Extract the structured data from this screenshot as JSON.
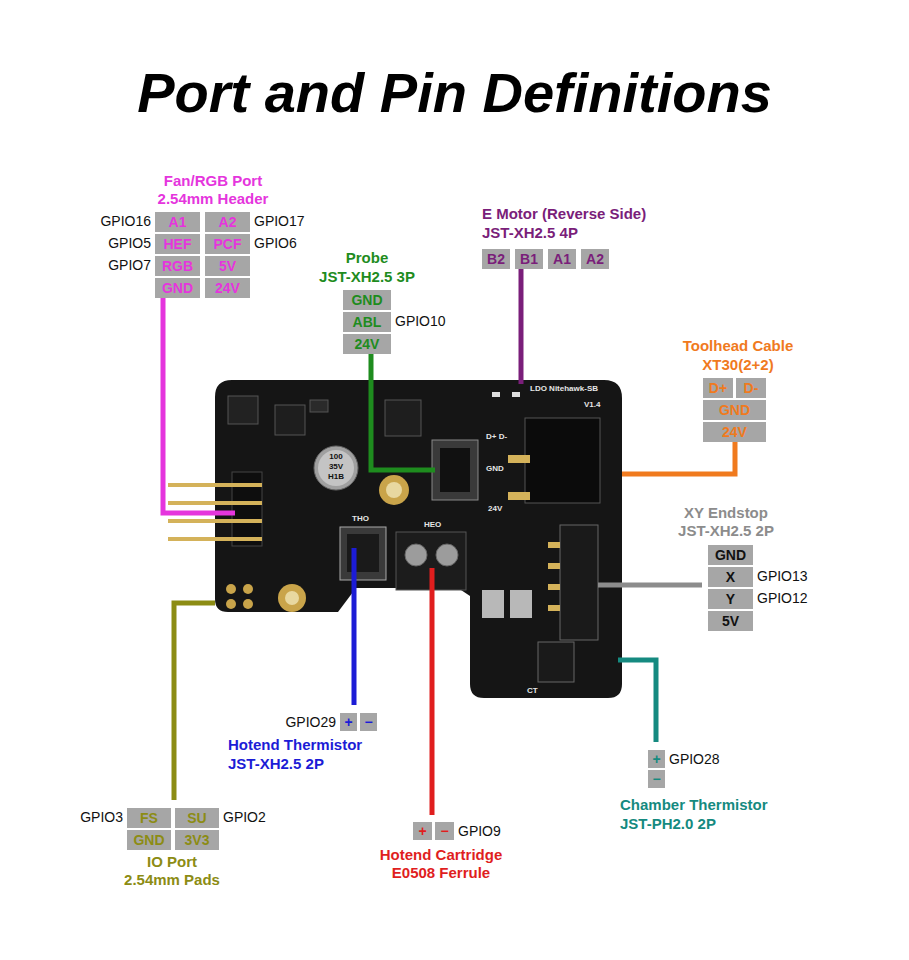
{
  "diagram": {
    "title": "Port and Pin Definitions",
    "nodes": [
      {
        "text": [
          "A1"
        ]
      },
      {
        "text": [
          "A2"
        ]
      },
      {
        "text": [
          "HEF"
        ]
      },
      {
        "text": [
          "PCF"
        ]
      },
      {
        "text": [
          "RGB"
        ]
      },
      {
        "text": [
          "5V"
        ]
      },
      {
        "text": [
          "GND"
        ]
      },
      {
        "text": [
          "24V"
        ]
      },
      {
        "text": [
          "B2"
        ]
      },
      {
        "text": [
          "B1"
        ]
      },
      {
        "text": [
          "A1"
        ]
      },
      {
        "text": [
          "A2"
        ]
      },
      {
        "text": [
          "GND"
        ]
      },
      {
        "text": [
          "ABL"
        ]
      },
      {
        "text": [
          "24V"
        ]
      },
      {
        "text": [
          "D+"
        ]
      },
      {
        "text": [
          "D-"
        ]
      },
      {
        "text": [
          "GND"
        ]
      },
      {
        "text": [
          "24V"
        ]
      },
      {
        "text": [
          "GND"
        ]
      },
      {
        "text": [
          "X"
        ]
      },
      {
        "text": [
          "Y"
        ]
      },
      {
        "text": [
          "5V"
        ]
      },
      {
        "text": [
          "+"
        ]
      },
      {
        "text": [
          "−"
        ]
      },
      {
        "text": [
          "+"
        ]
      },
      {
        "text": [
          "−"
        ]
      },
      {
        "text": [
          "+"
        ]
      },
      {
        "text": [
          "−"
        ]
      },
      {
        "text": [
          "FS"
        ]
      },
      {
        "text": [
          "SU"
        ]
      },
      {
        "text": [
          "GND"
        ]
      },
      {
        "text": [
          "3V3"
        ]
      }
    ],
    "labels": [
      "Fan/RGB Port",
      "2.54mm Header",
      "GPIO16",
      "GPIO5",
      "GPIO7",
      "GPIO17",
      "GPIO6",
      "E Motor (Reverse Side)",
      "JST-XH2.5 4P",
      "Probe",
      "JST-XH2.5 3P",
      "GPIO10",
      "Toolhead Cable",
      "XT30(2+2)",
      "XY Endstop",
      "JST-XH2.5 2P",
      "GPIO13",
      "GPIO12",
      "GPIO29",
      "Hotend Thermistor",
      "JST-XH2.5 2P",
      "GPIO9",
      "Hotend Cartridge",
      "E0508 Ferrule",
      "GPIO28",
      "Chamber Thermistor",
      "JST-PH2.0 2P",
      "GPIO3",
      "GPIO2",
      "IO Port",
      "2.54mm Pads",
      "LDO Nitehawk-SB",
      "V1.4",
      "D+ D-",
      "GND",
      "24V",
      "THO",
      "HEO",
      "100",
      "35V",
      "H1B",
      "CT"
    ]
  }
}
